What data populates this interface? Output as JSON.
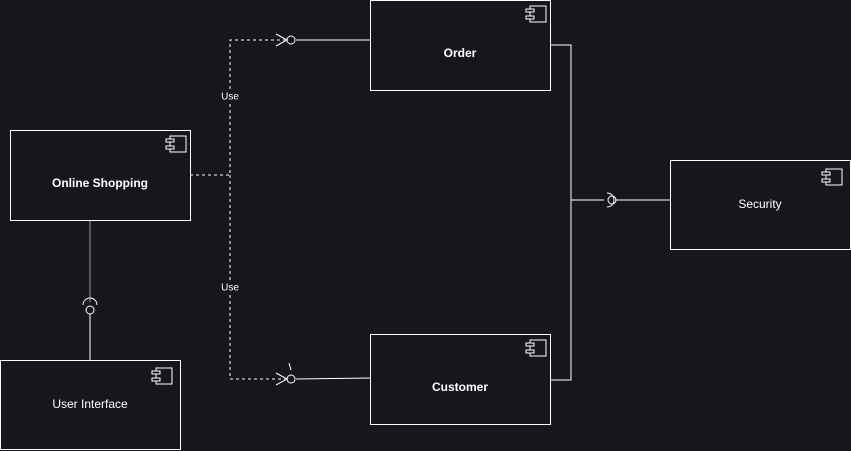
{
  "diagram": {
    "components": {
      "order": {
        "label": "Order"
      },
      "online_shopping": {
        "label": "Online Shopping"
      },
      "security": {
        "label": "Security"
      },
      "user_interface": {
        "label": "User Interface"
      },
      "customer": {
        "label": "Customer"
      }
    },
    "edges": {
      "use_order": {
        "label": "Use"
      },
      "use_customer": {
        "label": "Use"
      }
    }
  },
  "colors": {
    "background": "#18161d",
    "stroke": "#ffffff",
    "muted_stroke": "#9a9a9a"
  }
}
